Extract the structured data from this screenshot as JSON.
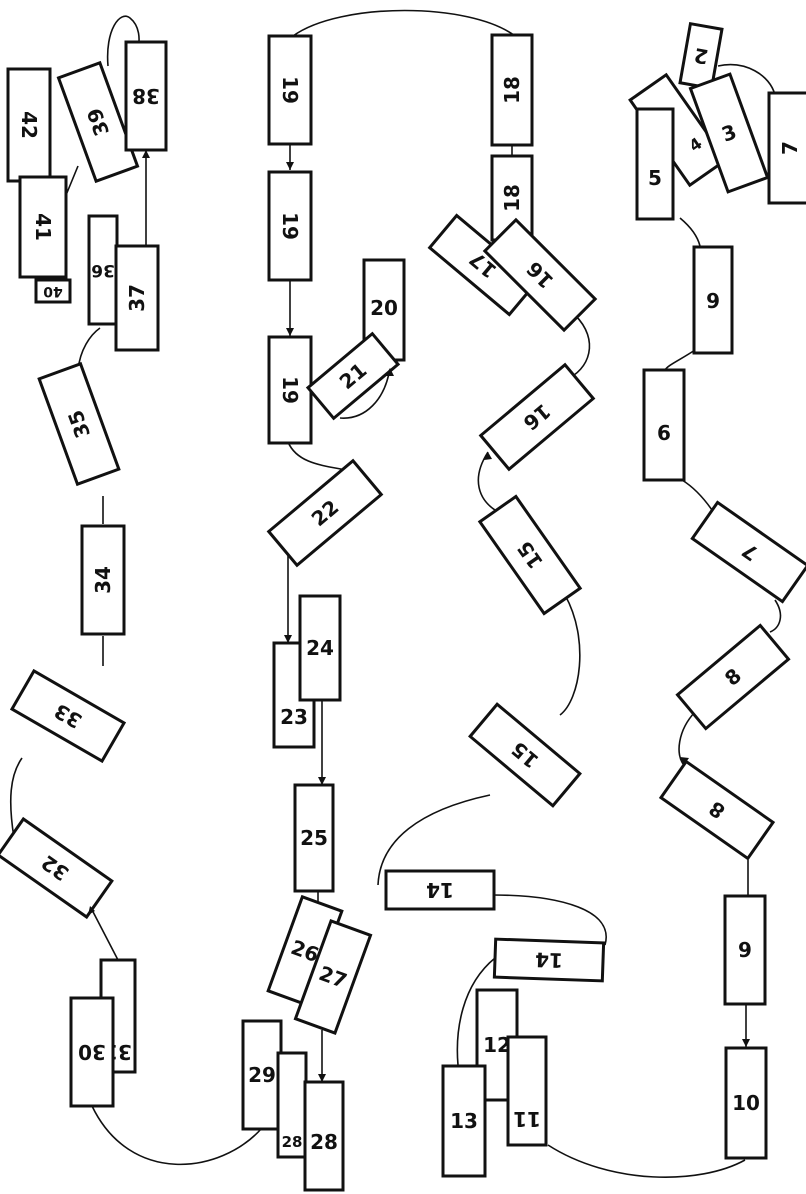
{
  "diagram": {
    "blocks": [
      {
        "id": "b42",
        "label": "42"
      },
      {
        "id": "b41",
        "label": "41"
      },
      {
        "id": "b40",
        "label": "40"
      },
      {
        "id": "b39",
        "label": "39"
      },
      {
        "id": "b38",
        "label": "38"
      },
      {
        "id": "b36",
        "label": "36"
      },
      {
        "id": "b37",
        "label": "37"
      },
      {
        "id": "b35",
        "label": "35"
      },
      {
        "id": "b34",
        "label": "34"
      },
      {
        "id": "b33",
        "label": "33"
      },
      {
        "id": "b32",
        "label": "32"
      },
      {
        "id": "b31",
        "label": "31"
      },
      {
        "id": "b30",
        "label": "30"
      },
      {
        "id": "b19a",
        "label": "19"
      },
      {
        "id": "b19b",
        "label": "19"
      },
      {
        "id": "b19c",
        "label": "19"
      },
      {
        "id": "b20",
        "label": "20"
      },
      {
        "id": "b21",
        "label": "21"
      },
      {
        "id": "b22",
        "label": "22"
      },
      {
        "id": "b23",
        "label": "23"
      },
      {
        "id": "b24",
        "label": "24"
      },
      {
        "id": "b25",
        "label": "25"
      },
      {
        "id": "b26",
        "label": "26"
      },
      {
        "id": "b27",
        "label": "27"
      },
      {
        "id": "b29",
        "label": "29"
      },
      {
        "id": "b28a",
        "label": "28"
      },
      {
        "id": "b28b",
        "label": "28"
      },
      {
        "id": "b18a",
        "label": "18"
      },
      {
        "id": "b18b",
        "label": "18"
      },
      {
        "id": "b17",
        "label": "17"
      },
      {
        "id": "b16a",
        "label": "16"
      },
      {
        "id": "b16b",
        "label": "16"
      },
      {
        "id": "b15",
        "label": "15"
      },
      {
        "id": "b15b",
        "label": "15"
      },
      {
        "id": "b14",
        "label": "14"
      },
      {
        "id": "b14b",
        "label": "14"
      },
      {
        "id": "b12",
        "label": "12"
      },
      {
        "id": "b13",
        "label": "13"
      },
      {
        "id": "b11",
        "label": "11"
      },
      {
        "id": "b2",
        "label": "2"
      },
      {
        "id": "b4",
        "label": "4"
      },
      {
        "id": "b3",
        "label": "3"
      },
      {
        "id": "b7a",
        "label": "7"
      },
      {
        "id": "b5",
        "label": "5"
      },
      {
        "id": "b6a",
        "label": "6"
      },
      {
        "id": "b6b",
        "label": "6"
      },
      {
        "id": "b7b",
        "label": "7"
      },
      {
        "id": "b8a",
        "label": "8"
      },
      {
        "id": "b8b",
        "label": "8"
      },
      {
        "id": "b9",
        "label": "9"
      },
      {
        "id": "b10",
        "label": "10"
      }
    ]
  }
}
